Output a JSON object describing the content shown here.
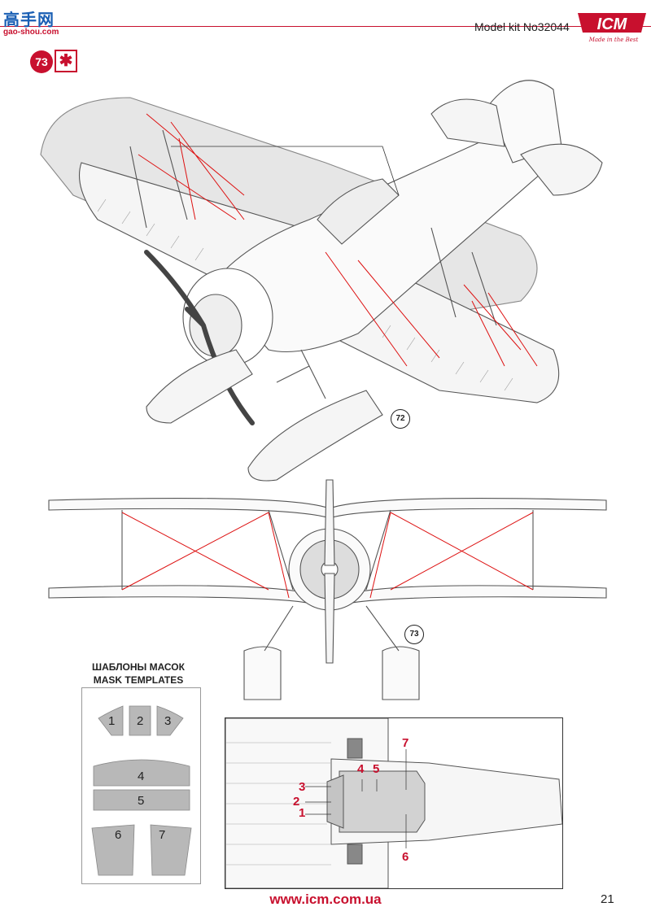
{
  "header": {
    "site_logo_text": "高手网",
    "site_url": "gao-shou.com",
    "kit_number": "Model kit No32044",
    "brand_logo": "ICM",
    "brand_tagline": "Made in the Best",
    "accent_color": "#c8102e"
  },
  "step": {
    "number": "73",
    "icon": "paint-asterisk-icon"
  },
  "views": {
    "iso_view_ref": "72",
    "front_view_ref": "73"
  },
  "mask_templates": {
    "title_ru": "ШАБЛОНЫ МАСОК",
    "title_en": "MASK TEMPLATES",
    "labels": [
      "1",
      "2",
      "3",
      "4",
      "5",
      "6",
      "7"
    ]
  },
  "detail": {
    "labels": [
      "1",
      "2",
      "3",
      "4",
      "5",
      "6",
      "7"
    ]
  },
  "footer": {
    "website": "www.icm.com.ua",
    "page_number": "21"
  }
}
